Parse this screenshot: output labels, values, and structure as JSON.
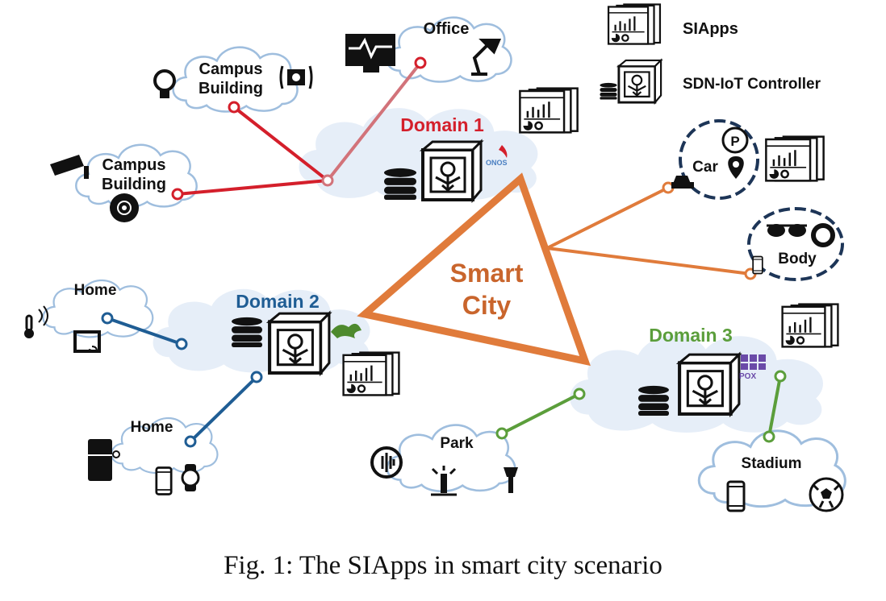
{
  "legend": {
    "siapps": "SIApps",
    "controller": "SDN-IoT Controller"
  },
  "domains": [
    {
      "label": "Domain 1",
      "color": "#d41f2b",
      "logo": "ONOS"
    },
    {
      "label": "Domain 2",
      "color": "#1f5d94"
    },
    {
      "label": "Domain 3",
      "color": "#4e9a35",
      "logo": "POX"
    }
  ],
  "center": {
    "line1": "Smart",
    "line2": "City",
    "color": "#e07b3b"
  },
  "sites": {
    "office": "Office",
    "campus_top_1": "Campus",
    "campus_top_2": "Building",
    "campus_left_1": "Campus",
    "campus_left_2": "Building",
    "home_top": "Home",
    "home_bottom": "Home",
    "park": "Park",
    "stadium": "Stadium",
    "car": "Car",
    "body": "Body"
  },
  "caption": "Fig. 1: The SIApps in smart city scenario",
  "colors": {
    "cloud_fill": "#e6eef8",
    "cloud_stroke": "#9fbede",
    "outline": "#111111",
    "dashed_ring": "#1d3557"
  }
}
